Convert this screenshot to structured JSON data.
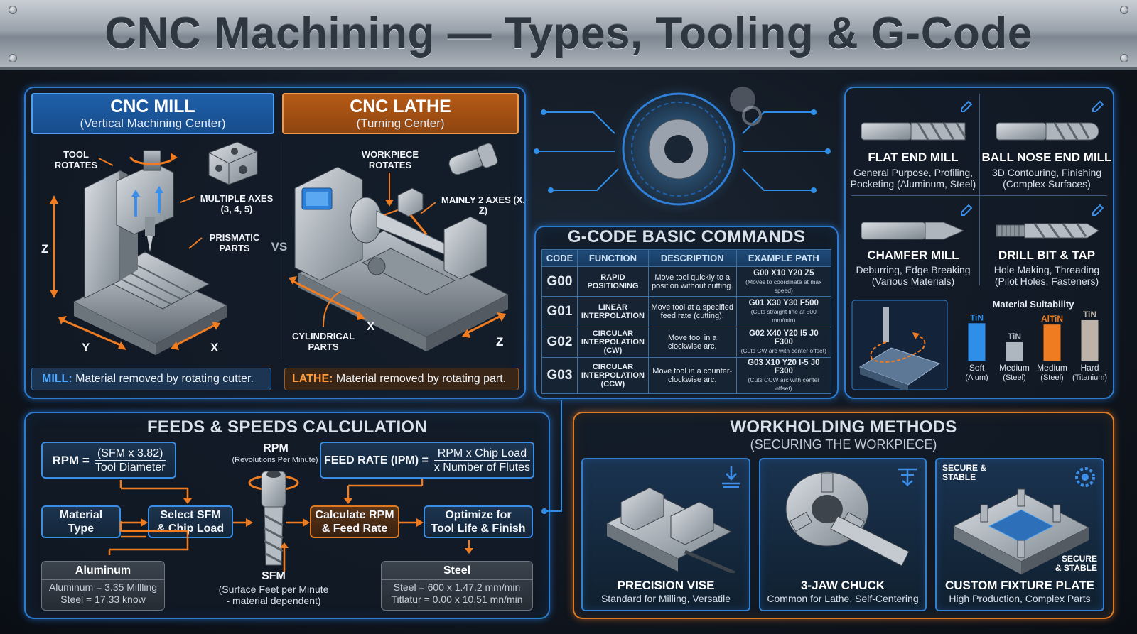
{
  "title": "CNC Machining — Types, Tooling & G-Code",
  "mill": {
    "title": "CNC MILL",
    "subtitle": "(Vertical Machining Center)",
    "label_tool_rotates": "TOOL ROTATES",
    "label_axes": "MULTIPLE AXES (3, 4, 5)",
    "label_parts": "PRISMATIC PARTS",
    "axis_z": "Z",
    "axis_y": "Y",
    "axis_x": "X",
    "caption_key": "MILL:",
    "caption_text": " Material removed by rotating cutter."
  },
  "vs": "VS",
  "lathe": {
    "title": "CNC LATHE",
    "subtitle": "(Turning Center)",
    "label_workpiece": "WORKPIECE ROTATES",
    "label_axes": "MAINLY 2 AXES (X, Z)",
    "label_parts": "CYLINDRICAL PARTS",
    "axis_x": "X",
    "axis_z": "Z",
    "caption_key": "LATHE:",
    "caption_text": " Material removed by rotating part."
  },
  "gcode": {
    "title": "G-CODE BASIC COMMANDS",
    "headers": [
      "CODE",
      "FUNCTION",
      "DESCRIPTION",
      "EXAMPLE PATH"
    ],
    "rows": [
      {
        "code": "G00",
        "function": "RAPID POSITIONING",
        "description": "Move tool quickly to a position without cutting.",
        "example": "G00 X10 Y20 Z5",
        "note": "(Moves to coordinate at max speed)"
      },
      {
        "code": "G01",
        "function": "LINEAR INTERPOLATION",
        "description": "Move tool at a specified feed rate (cutting).",
        "example": "G01 X30 Y30 F500",
        "note": "(Cuts straight line at 500 mm/min)"
      },
      {
        "code": "G02",
        "function": "CIRCULAR INTERPOLATION (CW)",
        "description": "Move tool in a clockwise arc.",
        "example": "G02 X40 Y20 I5 J0 F300",
        "note": "(Cuts CW arc with center offset)"
      },
      {
        "code": "G03",
        "function": "CIRCULAR INTERPOLATION (CCW)",
        "description": "Move tool in a counter-clockwise arc.",
        "example": "G03 X10 Y20 I-5 J0 F300",
        "note": "(Cuts CCW arc with center offset)"
      }
    ]
  },
  "tools": [
    {
      "name": "FLAT END MILL",
      "desc1": "General Purpose, Profiling,",
      "desc2": "Pocketing (Aluminum, Steel)"
    },
    {
      "name": "BALL NOSE END MILL",
      "desc1": "3D Contouring, Finishing",
      "desc2": "(Complex Surfaces)"
    },
    {
      "name": "CHAMFER MILL",
      "desc1": "Deburring, Edge Breaking",
      "desc2": "(Various Materials)"
    },
    {
      "name": "DRILL BIT & TAP",
      "desc1": "Hole Making, Threading",
      "desc2": "(Pilot Holes, Fasteners)"
    }
  ],
  "suitability": {
    "title": "Material Suitability",
    "bars": [
      {
        "coating": "TiN",
        "label1": "Soft",
        "label2": "(Alum)",
        "level": 0.85,
        "color": "#2f8ee8"
      },
      {
        "coating": "TiN",
        "label1": "Medium",
        "label2": "(Steel)",
        "level": 0.42,
        "color": "#aeb6bf"
      },
      {
        "coating": "AlTiN",
        "label1": "Medium",
        "label2": "(Steel)",
        "level": 0.82,
        "color": "#f07c22"
      },
      {
        "coating": "TiN",
        "label1": "Hard",
        "label2": "(Titanium)",
        "level": 0.92,
        "color": "#bdb3a8"
      }
    ]
  },
  "feeds": {
    "title": "FEEDS & SPEEDS CALCULATION",
    "rpm_lhs": "RPM =",
    "rpm_num": "(SFM x 3.82)",
    "rpm_den": "Tool Diameter",
    "rpm_label": "RPM",
    "rpm_sub": "(Revolutions Per Minute)",
    "feed_lhs": "FEED RATE (IPM) =",
    "feed_num": "RPM x Chip Load",
    "feed_den": "x Number of Flutes",
    "step1a": "Material",
    "step1b": "Type",
    "step2a": "Select SFM",
    "step2b": "& Chip Load",
    "step3a": "Calculate RPM",
    "step3b": "& Feed Rate",
    "step4a": "Optimize for",
    "step4b": "Tool Life & Finish",
    "sfm_label": "SFM",
    "sfm_sub1": "(Surface Feet per Minute",
    "sfm_sub2": "- material dependent)",
    "alu_title": "Aluminum",
    "alu_l1": "Aluminum = 3.35 Millling",
    "alu_l2": "Steel = 17.33 know",
    "steel_title": "Steel",
    "steel_l1": "Steel = 600 x 1.47.2 mm/min",
    "steel_l2": "Titlatur = 0.00 x 10.51 mn/min"
  },
  "workholding": {
    "title": "WORKHOLDING METHODS",
    "subtitle": "(SECURING THE WORKPIECE)",
    "items": [
      {
        "name": "PRECISION VISE",
        "desc": "Standard for Milling, Versatile"
      },
      {
        "name": "3-JAW CHUCK",
        "desc": "Common for Lathe, Self-Centering"
      },
      {
        "name": "CUSTOM FIXTURE PLATE",
        "desc": "High Production, Complex Parts"
      }
    ],
    "badge1": "SECURE & STABLE",
    "badge2": "SECURE & STABLE"
  }
}
